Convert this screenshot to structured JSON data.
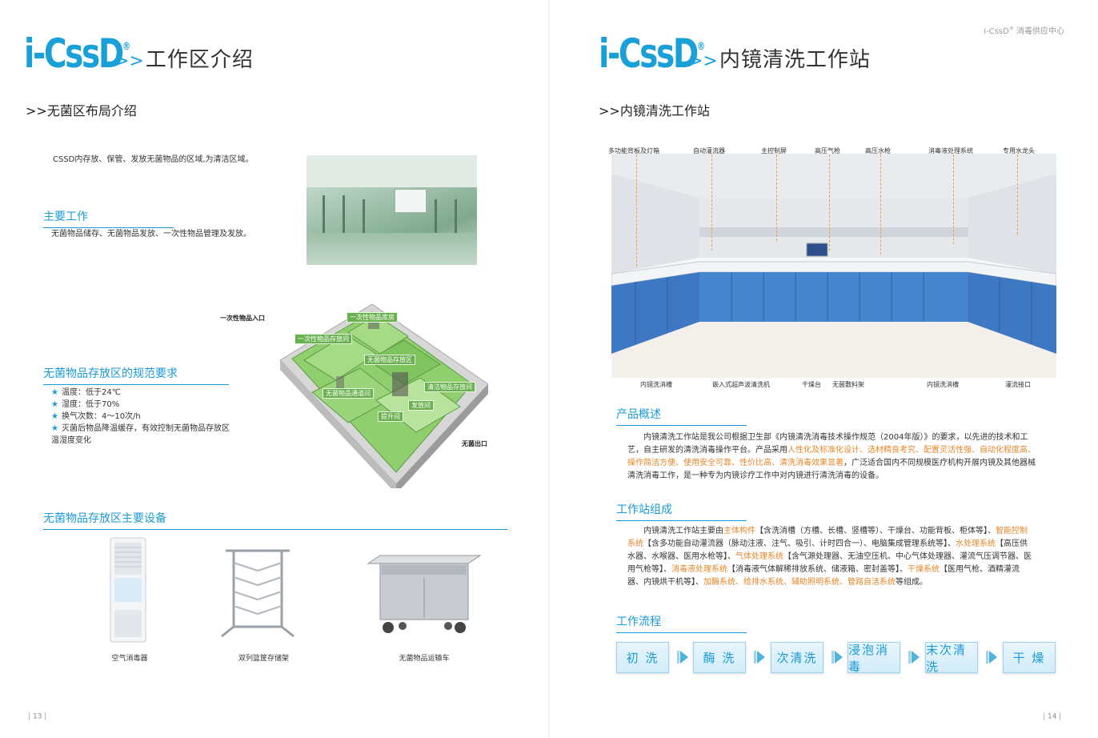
{
  "brand": {
    "logo_text": "i-CssD",
    "reg_mark": "®",
    "accent": "#1aa0d8",
    "highlight": "#e5862a"
  },
  "left_page": {
    "title_arrows": ">>",
    "title": "工作区介绍",
    "subtitle_arrows": ">>",
    "subtitle": "无菌区布局介绍",
    "intro": "CSSD内存放、保管、发放无菌物品的区域,为清洁区域。",
    "main_work_head": "主要工作",
    "main_work_text": "无菌物品储存、无菌物品发放、一次性物品管理及发放。",
    "floorplan_labels": {
      "entry": "一次性物品入口",
      "disposable_store": "一次性物品库房",
      "disposable_area": "一次性物品存放间",
      "sterile_store": "无菌物品存放区",
      "sterile_corridor": "无菌物品通道间",
      "clean_cabinet": "清洁物品存放间",
      "dispatch": "发放间",
      "lift": "提升间",
      "exit": "无菌出口"
    },
    "req_head": "无菌物品存放区的规范要求",
    "req_items": [
      "温度：低于24℃",
      "湿度：低于70%",
      "换气次数：4～10次/h",
      "灭菌后物品降温缓存，有效控制无菌物品存放区"
    ],
    "req_tail": "温湿度变化",
    "equip_head": "无菌物品存放区主要设备",
    "equip": [
      "空气消毒器",
      "双列篮筐存储架",
      "无菌物品运输车"
    ],
    "page_number": "13"
  },
  "right_page": {
    "header": "i-CssD",
    "header_reg": "®",
    "header_tail": "消毒供应中心",
    "title_arrows": ">>",
    "title": "内镜清洗工作站",
    "subtitle_arrows": ">>",
    "subtitle": "内镜清洗工作站",
    "labels_top": [
      "多功能背板及灯箱",
      "自动灌流器",
      "主控制屏",
      "高压气枪",
      "高压水枪",
      "消毒液处理系统",
      "专用水龙头"
    ],
    "labels_bottom": [
      "内镜洗消槽",
      "嵌入式超声波清洗机",
      "干燥台",
      "无菌敷料架",
      "内镜洗消槽",
      "灌流接口"
    ],
    "overview_head": "产品概述",
    "overview_p1": "内镜清洗工作站是我公司根据卫生部《内镜清洗消毒技术操作规范（2004年版）》的要求，以先进的技术和工",
    "overview_p2": "艺，自主研发的清洗消毒操作平台。产品采用",
    "overview_hl1": "人性化及标准化设计、选材精良考究、配置灵活性强、自动化程度高、",
    "overview_hl2": "操作简洁方便、使用安全可靠、性价比高、清洗消毒效果显著",
    "overview_p3": "，广泛适合国内不同规模医疗机构开展内镜及其他器械",
    "overview_p4": "清洗消毒工作，是一种专为内镜诊疗工作中对内镜进行清洗消毒的设备。",
    "composition_head": "工作站组成",
    "comp_a": "内镜清洗工作站主要由",
    "comp_hl1": "主体构件",
    "comp_b": "【含洗消槽（方槽、长槽、竖槽等）、干燥台、功能背板、柜体等】、",
    "comp_hl2": "智能控制",
    "comp_hl3": "系统",
    "comp_c": "【含多功能自动灌流器（脉动注液、注气、吸引、计时四合一）、电脑集成管理系统等】、",
    "comp_hl4": "水处理系统",
    "comp_d": "【高压供",
    "comp_e": "水器、水喉器、医用水枪等】、",
    "comp_hl5": "气体处理系统",
    "comp_f": "【含气源处理器、无油空压机、中心气体处理器、灌流气压调节器、医",
    "comp_g": "用气枪等】、",
    "comp_hl6": "消毒液处理系统",
    "comp_h": "【消毒液气体解稀排放系统、储液箱、密封盖等】、",
    "comp_hl7": "干燥系统",
    "comp_i": "【医用气枪、酒精灌流",
    "comp_j": "器、内镜烘干机等】、",
    "comp_hl8": "加酶系统、给排水系统、辅助照明系统、管路自洁系统",
    "comp_k": "等组成。",
    "flow_head": "工作流程",
    "flow_steps": [
      "初 洗",
      "酶 洗",
      "次清洗",
      "浸泡消毒",
      "末次清洗",
      "干 燥"
    ],
    "page_number": "14"
  }
}
